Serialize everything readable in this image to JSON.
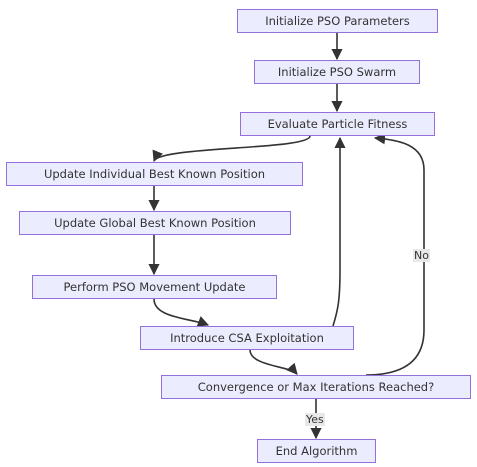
{
  "colors": {
    "node_fill": "#ECECFF",
    "node_border": "#9370DB",
    "edge": "#333333",
    "label_bg": "#e8e8e8",
    "text": "#333333"
  },
  "nodes": {
    "init_params": "Initialize PSO Parameters",
    "init_swarm": "Initialize PSO Swarm",
    "evaluate_fitness": "Evaluate Particle Fitness",
    "update_individual": "Update Individual Best Known Position",
    "update_global": "Update Global Best Known Position",
    "movement_update": "Perform PSO Movement Update",
    "csa_exploitation": "Introduce CSA Exploitation",
    "convergence_check": "Convergence or Max Iterations Reached?",
    "end": "End Algorithm"
  },
  "edge_labels": {
    "no": "No",
    "yes": "Yes"
  }
}
